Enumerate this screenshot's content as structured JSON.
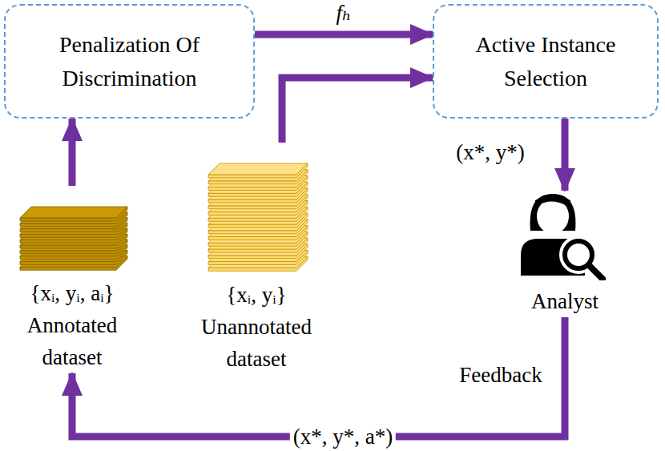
{
  "diagram": {
    "nodes": [
      {
        "text": [
          "Penalization Of Discrimination"
        ]
      },
      {
        "text": [
          "Active Instance Selection"
        ]
      },
      {
        "text": [
          "{xᵢ, yᵢ, aᵢ}",
          "Annotated dataset"
        ]
      },
      {
        "text": [
          "{xᵢ, yᵢ}",
          "Unannotated dataset"
        ]
      },
      {
        "text": [
          "Analyst"
        ]
      }
    ],
    "edges": [
      {
        "from": 2,
        "to": 0,
        "arrow": "to"
      },
      {
        "from": 0,
        "to": 1,
        "label": "fₕ",
        "arrow": "to"
      },
      {
        "from": 3,
        "to": 1,
        "arrow": "to"
      },
      {
        "from": 1,
        "to": 4,
        "label": "(x*, y*)",
        "arrow": "to"
      },
      {
        "from": 4,
        "to": 2,
        "label": "(x*, y*, a*)",
        "arrow": "to"
      }
    ],
    "labels": [
      "Feedback"
    ]
  }
}
